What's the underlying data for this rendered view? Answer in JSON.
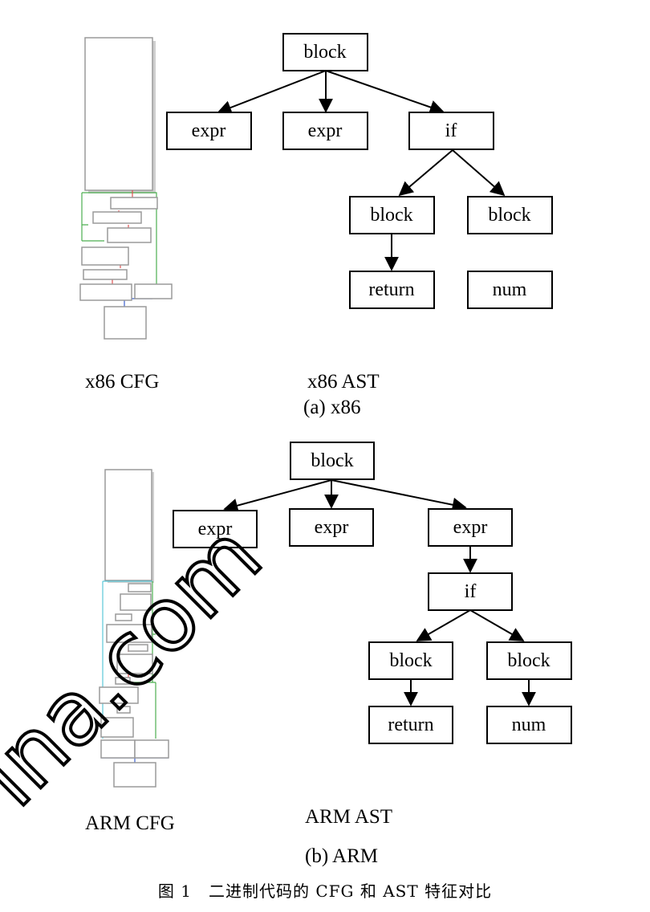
{
  "sections": {
    "x86": {
      "cfg_label": "x86 CFG",
      "ast_label": "x86 AST",
      "subcaption": "(a) x86",
      "ast_nodes": [
        {
          "id": "b0",
          "label": "block"
        },
        {
          "id": "e1",
          "label": "expr"
        },
        {
          "id": "e2",
          "label": "expr"
        },
        {
          "id": "if1",
          "label": "if"
        },
        {
          "id": "b1",
          "label": "block"
        },
        {
          "id": "b2",
          "label": "block"
        },
        {
          "id": "r1",
          "label": "return"
        },
        {
          "id": "n1",
          "label": "num"
        }
      ],
      "ast_edges": [
        [
          "b0",
          "e1"
        ],
        [
          "b0",
          "e2"
        ],
        [
          "b0",
          "if1"
        ],
        [
          "if1",
          "b1"
        ],
        [
          "if1",
          "b2"
        ],
        [
          "b1",
          "r1"
        ]
      ]
    },
    "arm": {
      "cfg_label": "ARM CFG",
      "ast_label": "ARM AST",
      "subcaption": "(b) ARM",
      "ast_nodes": [
        {
          "id": "b0",
          "label": "block"
        },
        {
          "id": "e1",
          "label": "expr"
        },
        {
          "id": "e2",
          "label": "expr"
        },
        {
          "id": "e3",
          "label": "expr"
        },
        {
          "id": "if1",
          "label": "if"
        },
        {
          "id": "b1",
          "label": "block"
        },
        {
          "id": "b2",
          "label": "block"
        },
        {
          "id": "r1",
          "label": "return"
        },
        {
          "id": "n1",
          "label": "num"
        }
      ],
      "ast_edges": [
        [
          "b0",
          "e1"
        ],
        [
          "b0",
          "e2"
        ],
        [
          "b0",
          "e3"
        ],
        [
          "e3",
          "if1"
        ],
        [
          "if1",
          "b1"
        ],
        [
          "if1",
          "b2"
        ],
        [
          "b1",
          "r1"
        ],
        [
          "b2",
          "n1"
        ]
      ]
    }
  },
  "figure_caption": "图 1　二进制代码的 CFG 和 AST 特征对比",
  "watermark": "ina.com"
}
